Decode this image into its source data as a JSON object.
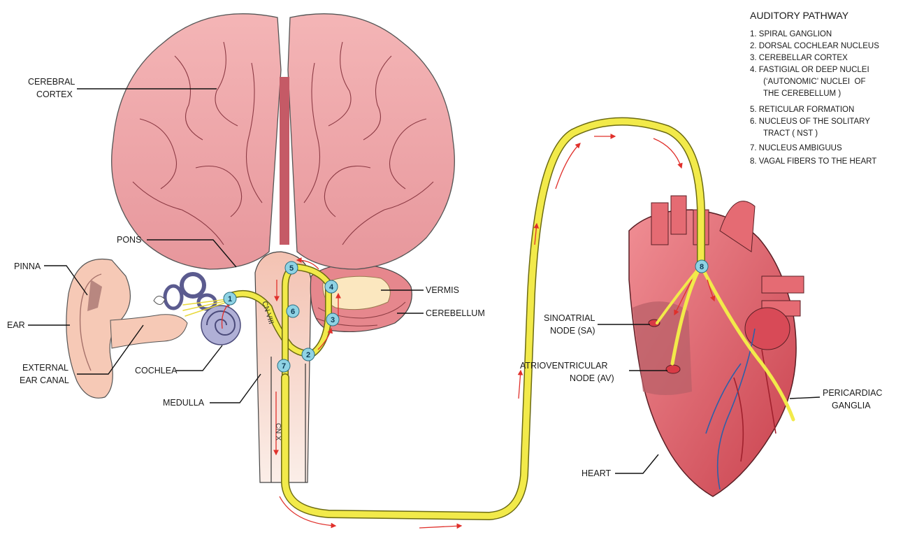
{
  "legend": {
    "title": "AUDITORY PATHWAY",
    "items": [
      "1.  SPIRAL GANGLION",
      "2.  DORSAL COCHLEAR NUCLEUS",
      "3.  CEREBELLAR CORTEX",
      "4.  FASTIGIAL OR DEEP NUCLEI",
      "      (‘AUTONOMIC’ NUCLEI  OF",
      "      THE CEREBELLUM )",
      "5.  RETICULAR FORMATION",
      "6.  NUCLEUS OF THE  SOLITARY",
      "      TRACT ( NST )",
      "7.  NUCLEUS AMBIGUUS",
      "8.  VAGAL FIBERS TO THE HEART"
    ]
  },
  "labels": {
    "cerebral_cortex_1": "CEREBRAL",
    "cerebral_cortex_2": "CORTEX",
    "pons": "PONS",
    "pinna": "PINNA",
    "ear": "EAR",
    "external_canal_1": "EXTERNAL",
    "external_canal_2": "EAR CANAL",
    "cochlea": "COCHLEA",
    "medulla": "MEDULLA",
    "vermis": "VERMIS",
    "cerebellum": "CEREBELLUM",
    "sa_1": "SINOATRIAL",
    "sa_2": "NODE (SA)",
    "av_1": "ATRIOVENTRICULAR",
    "av_2": "NODE (AV)",
    "heart": "HEART",
    "pericardiac_1": "PERICARDIAC",
    "pericardiac_2": "GANGLIA",
    "cn8": "CN VIII",
    "cnx": "CN X"
  },
  "markers": [
    "1",
    "2",
    "3",
    "4",
    "5",
    "6",
    "7",
    "8"
  ],
  "colors": {
    "brain": "#f0a9ac",
    "brain_dark": "#d77b82",
    "skin": "#f8d3c4",
    "nerve": "#f2ea4a",
    "arrow": "#e0302b",
    "marker": "#8fd3e4",
    "heart": "#e56b73",
    "cochlea": "#b0b0d6"
  }
}
